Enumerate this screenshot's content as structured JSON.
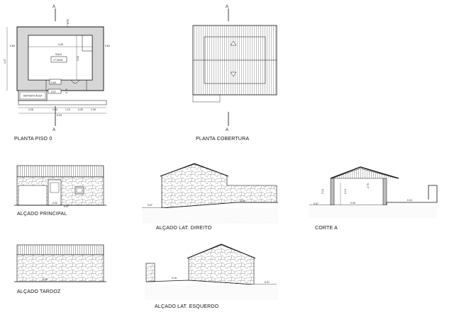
{
  "drawings": {
    "planta_piso0": {
      "title": "PLANTA PISO 0",
      "section_mark": "A",
      "room_label": "SALA",
      "room_area": "17.00m2",
      "tank_label": "DEPÓSITO ÁGUA",
      "dims": {
        "top_gap": "0.75",
        "inner_width": "4.35",
        "left_wall": "0.84",
        "right_wall": "0.84",
        "overall_height": "4.47",
        "inner_height": "3.03",
        "door_sill": "0.80",
        "step": "0.75",
        "step_level": "0.07",
        "bottom_chain": [
          "2.28",
          "0.80",
          "1.10",
          "0.30",
          "1.39"
        ],
        "overall_width": "6.03"
      }
    },
    "planta_cobertura": {
      "title": "PLANTA COBERTURA",
      "section_mark": "A"
    },
    "alcado_principal": {
      "title": "ALÇADO PRINCIPAL",
      "level": "0.00",
      "level2": "0.07"
    },
    "alcado_lat_direito": {
      "title": "ALÇADO LAT. DIREITO",
      "level_left": "0.07",
      "level_right": "0.16"
    },
    "corte_a": {
      "title": "CORTE A",
      "level_left": "0.07",
      "level_mid": "0.00",
      "level_right": "0.16",
      "dim_a": "2.10",
      "dim_b": "2.13",
      "dim_c": "2.75"
    },
    "alcado_tardoz": {
      "title": "ALÇADO TARDOZ",
      "level": "0.16"
    },
    "alcado_lat_esquerdo": {
      "title": "ALÇADO LAT. ESQUERDO",
      "level_left": "0.16",
      "level_right": "-0.07"
    }
  }
}
